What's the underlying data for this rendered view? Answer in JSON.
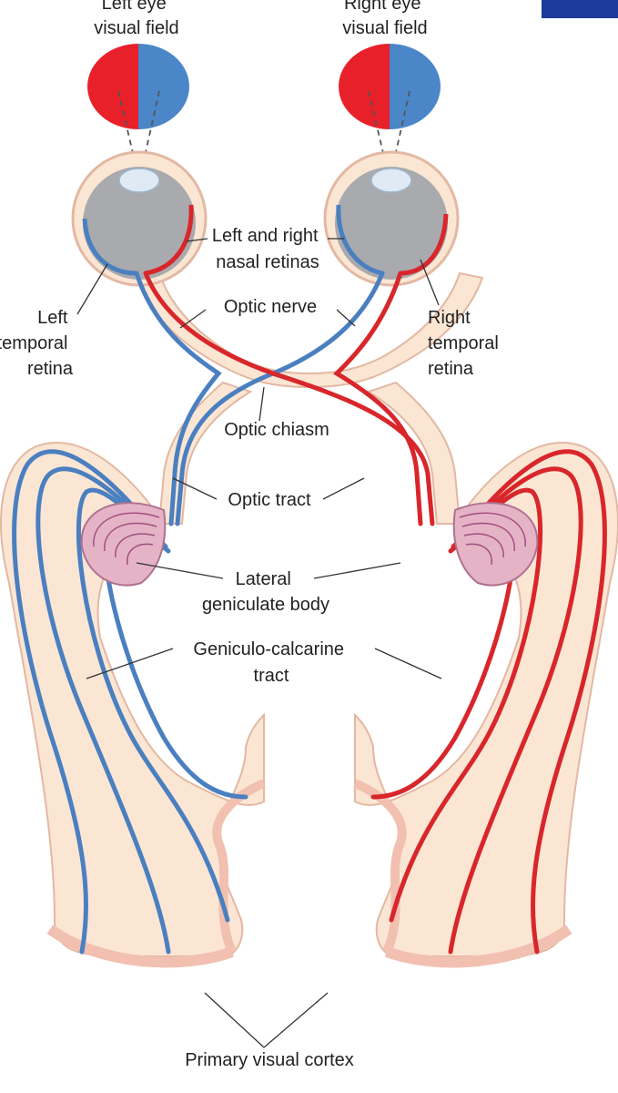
{
  "labels": {
    "left_field": [
      "Left eye",
      "visual field"
    ],
    "right_field": [
      "Right eye",
      "visual field"
    ],
    "nasal": [
      "Left and right",
      "nasal retinas"
    ],
    "left_temporal": [
      "Left",
      "temporal",
      "retina"
    ],
    "right_temporal": [
      "Right",
      "temporal",
      "retina"
    ],
    "optic_nerve": "Optic nerve",
    "optic_chiasm": "Optic chiasm",
    "optic_tract": "Optic tract",
    "lgb": [
      "Lateral",
      "geniculate body"
    ],
    "gc_tract": [
      "Geniculo-calcarine",
      "tract"
    ],
    "cortex": "Primary visual cortex"
  },
  "colors": {
    "left_visual_field": "#e8202a",
    "right_visual_field": "#4a86c8",
    "blue_pathway": "#4a7fc0",
    "red_pathway": "#d8262b",
    "tissue": "#fbe6d4",
    "retina": "#a9aaae",
    "corner_box": "#1e3a9a"
  }
}
